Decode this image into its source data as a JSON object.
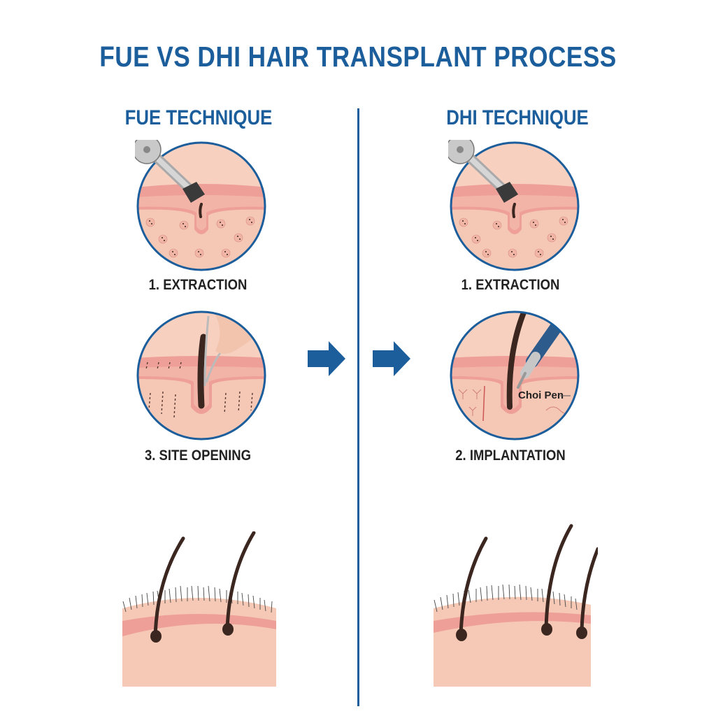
{
  "title": "FUE VS DHI HAIR TRANSPLANT PROCESS",
  "colors": {
    "accent": "#1b5e9b",
    "skin": "#f6c9b6",
    "skin_layer": "#ee9f98",
    "hair": "#3b2620",
    "label_text": "#222222"
  },
  "fue": {
    "heading": "FUE TECHNIQUE",
    "steps": [
      {
        "label": "1. EXTRACTION",
        "icon": "punch-extraction-icon"
      },
      {
        "label": "3. SITE OPENING",
        "icon": "forceps-site-opening-icon"
      }
    ],
    "result_icon": "scalp-result-two-grafts-icon"
  },
  "dhi": {
    "heading": "DHI TECHNIQUE",
    "steps": [
      {
        "label": "1. EXTRACTION",
        "icon": "punch-extraction-icon"
      },
      {
        "label": "2. IMPLANTATION",
        "icon": "choi-pen-implantation-icon",
        "annotation": "Choi Pen"
      }
    ],
    "result_icon": "scalp-result-three-grafts-icon"
  },
  "arrows": [
    "arrow-right",
    "arrow-right"
  ]
}
